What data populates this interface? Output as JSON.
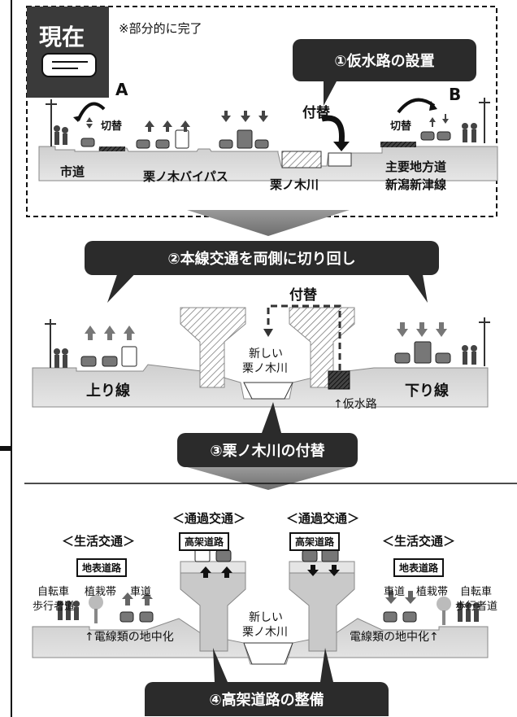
{
  "section1": {
    "badge": "現在",
    "note": "※部分的に完了",
    "step1": "①仮水路の設置",
    "label_A": "A",
    "label_B": "B",
    "switch_left": "切替",
    "switch_right": "切替",
    "relocate": "付替",
    "road_city": "市道",
    "road_bypass": "栗ノ木バイパス",
    "river": "栗ノ木川",
    "road_main_1": "主要地方道",
    "road_main_2": "新潟新津線"
  },
  "section2": {
    "step2": "②本線交通を両側に切り回し",
    "relocate": "付替",
    "new_river_1": "新しい",
    "new_river_2": "栗ノ木川",
    "up_line": "上り線",
    "down_line": "下り線",
    "temp_channel": "↑仮水路",
    "step3": "③栗ノ木川の付替"
  },
  "section3": {
    "through_left": "＜通過交通＞",
    "through_right": "＜通過交通＞",
    "elevated_left": "高架道路",
    "elevated_right": "高架道路",
    "local_left": "＜生活交通＞",
    "local_right": "＜生活交通＞",
    "surface_left": "地表道路",
    "surface_right": "地表道路",
    "left_bicycle": "自転車",
    "left_planting": "植栽帯",
    "left_carriageway": "車道",
    "left_pedestrian": "歩行者道",
    "right_carriageway": "車道",
    "right_planting": "植栽帯",
    "right_bicycle": "自転車",
    "right_pedestrian": "歩行者道",
    "new_river_1": "新しい",
    "new_river_2": "栗ノ木川",
    "underground_left": "↑電線類の地中化",
    "underground_right": "電線類の地中化↑",
    "step4": "④高架道路の整備"
  }
}
